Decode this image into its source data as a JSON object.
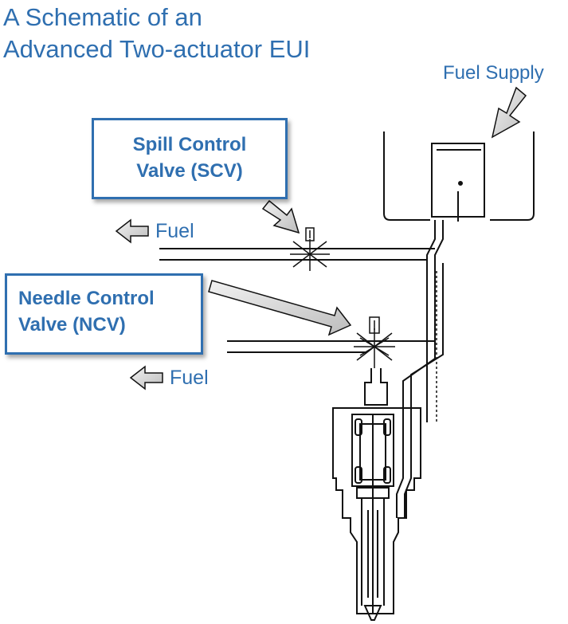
{
  "title": {
    "line1": "A Schematic of an",
    "line2": "Advanced Two-actuator EUI"
  },
  "labels": {
    "fuel_supply": "Fuel Supply",
    "fuel_out_top": "Fuel",
    "fuel_out_bottom": "Fuel"
  },
  "callouts": {
    "scv": {
      "line1": "Spill Control",
      "line2": "Valve (SCV)"
    },
    "ncv": {
      "line1": "Needle Control",
      "line2": "Valve (NCV)"
    }
  },
  "colors": {
    "label_blue": "#2f6fb0",
    "arrow_fill": "#d9d9d9",
    "line": "#111111"
  }
}
